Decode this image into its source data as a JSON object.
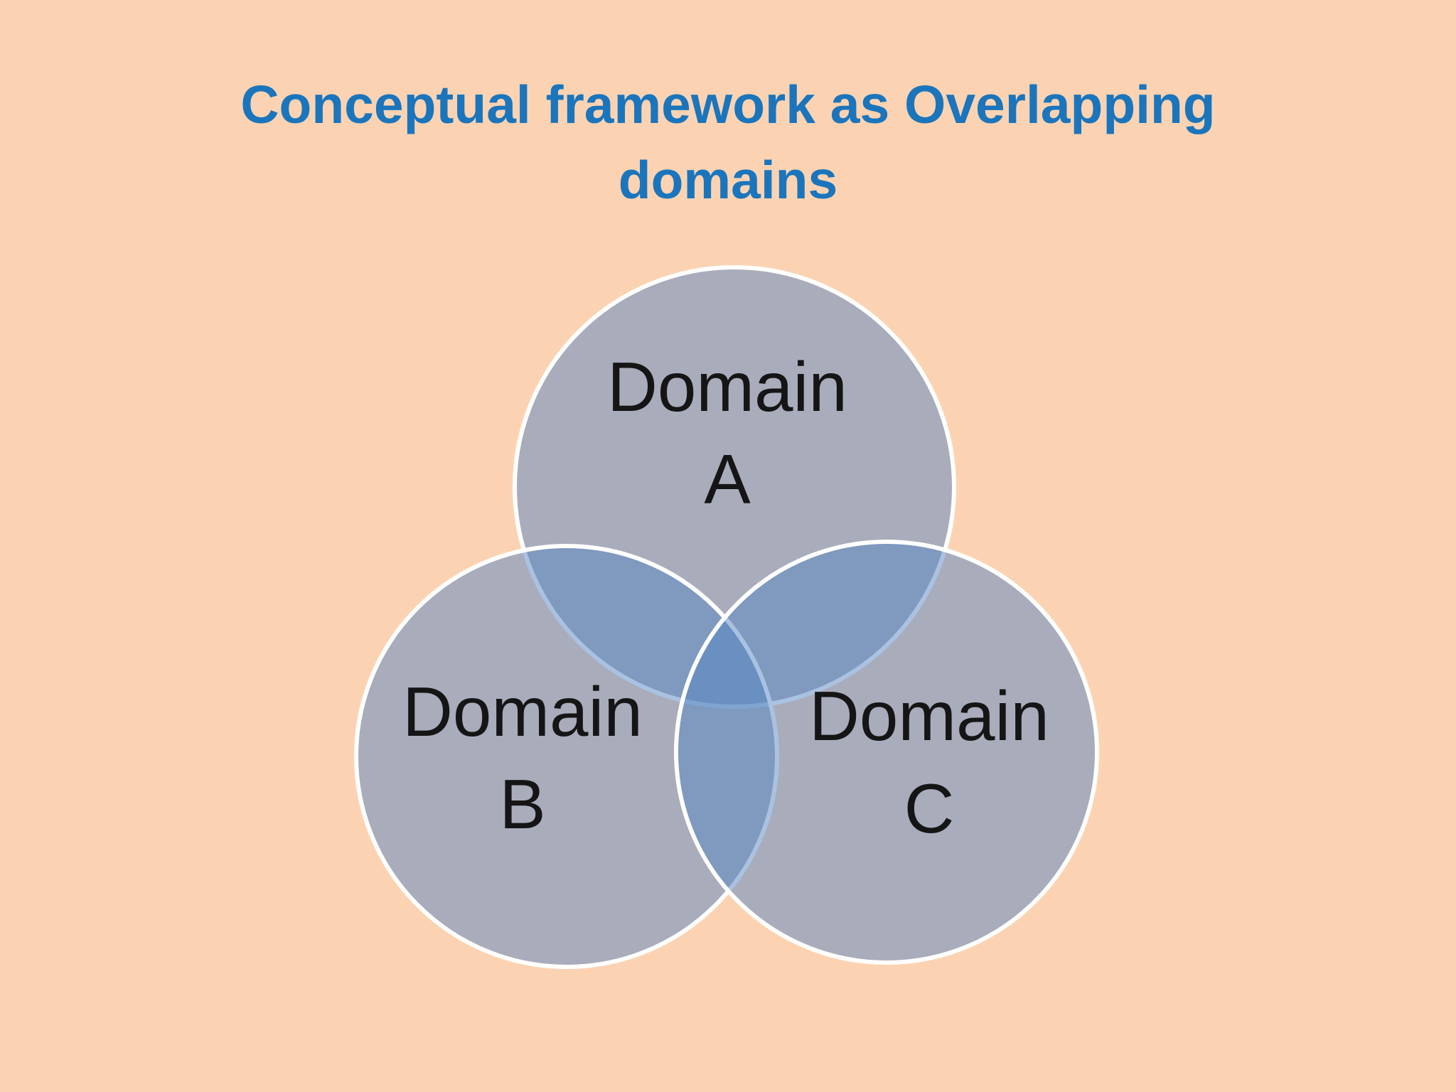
{
  "slide": {
    "title": "Conceptual framework as Overlapping domains",
    "background_color": "#fcd3b2",
    "title_color": "#1b75bc"
  },
  "diagram": {
    "type": "venn",
    "description": "Three equally sized overlapping circles arranged as a triangle (one on top, two below)",
    "circles": [
      {
        "id": "A",
        "line1": "Domain",
        "line2": "A"
      },
      {
        "id": "B",
        "line1": "Domain",
        "line2": "B"
      },
      {
        "id": "C",
        "line1": "Domain",
        "line2": "C"
      }
    ],
    "colors": {
      "circle_fill": "#5685C4",
      "circle_fill_opacity": "0.5",
      "circle_stroke": "#ffffff",
      "single_region_rendered": "#a9acbb",
      "double_overlap_rendered": "#7e9dc7",
      "triple_overlap_rendered": "#5e87bb",
      "label_color": "#151515"
    }
  }
}
